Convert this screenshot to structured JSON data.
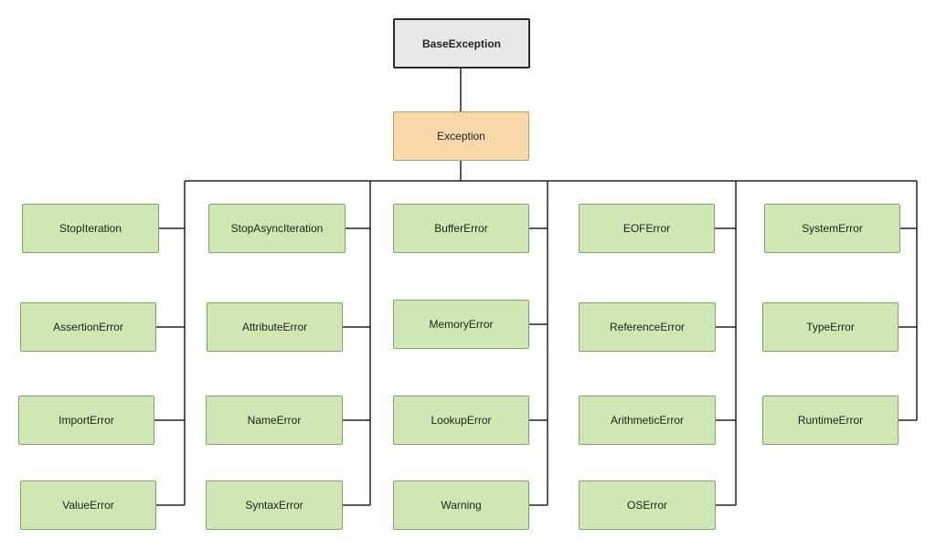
{
  "diagram": {
    "root": {
      "label": "BaseException"
    },
    "exception": {
      "label": "Exception"
    },
    "columns": [
      {
        "items": [
          "StopIteration",
          "AssertionError",
          "ImportError",
          "ValueError"
        ]
      },
      {
        "items": [
          "StopAsyncIteration",
          "AttributeError",
          "NameError",
          "SyntaxError"
        ]
      },
      {
        "items": [
          "BufferError",
          "MemoryError",
          "LookupError",
          "Warning"
        ]
      },
      {
        "items": [
          "EOFError",
          "ReferenceError",
          "ArithmeticError",
          "OSError"
        ]
      },
      {
        "items": [
          "SystemError",
          "TypeError",
          "RuntimeError"
        ]
      }
    ]
  },
  "colors": {
    "root_fill": "#e8e8e8",
    "exception_fill": "#fbd8a9",
    "leaf_fill": "#cfe8b3",
    "line": "#222222"
  }
}
